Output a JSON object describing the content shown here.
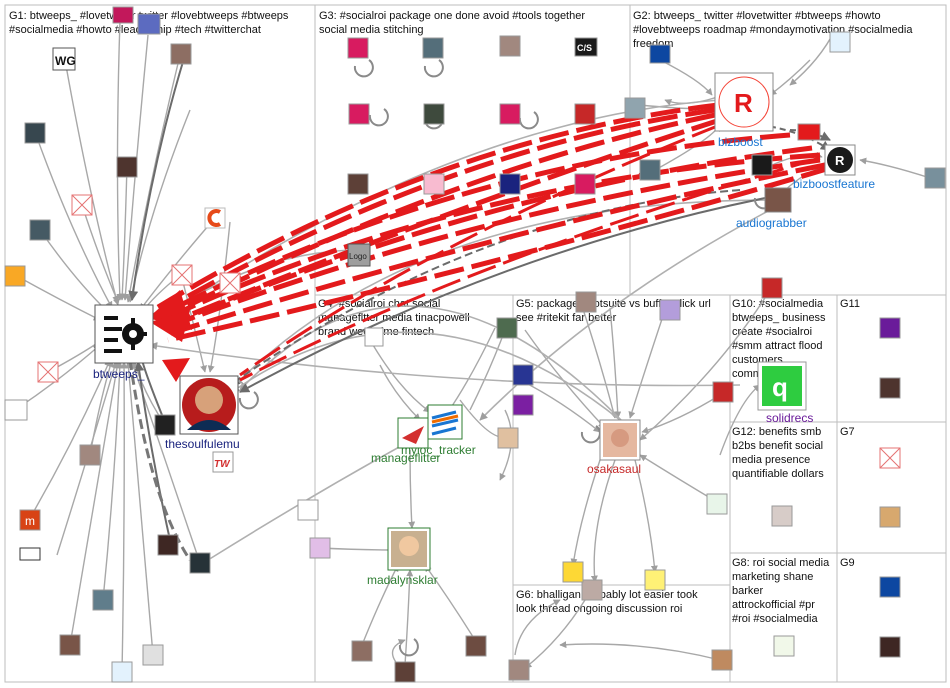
{
  "groups": [
    {
      "id": "G1",
      "lines": [
        "G1: btweeps_ #lovetwitter twitter #lovebtweeps #btweeps",
        "#socialmedia #howto #leadership #tech #twitterchat"
      ]
    },
    {
      "id": "G3",
      "lines": [
        "G3: #socialroi package one done avoid #tools together",
        "social media stitching"
      ]
    },
    {
      "id": "G2",
      "lines": [
        "G2: btweeps_ twitter #lovetwitter #btweeps #howto",
        "#lovebtweeps roadmap #mondaymotivation #socialmedia",
        "freedom"
      ]
    },
    {
      "id": "G4",
      "lines": [
        "G4: #socialroi chat social",
        "managefltter media tinacpowell",
        "brand week time fintech"
      ]
    },
    {
      "id": "G5",
      "lines": [
        "G5: package hootsuite vs buffer click url",
        "see #ritekit far better"
      ]
    },
    {
      "id": "G10",
      "lines": [
        "G10: #socialmedia",
        "btweeps_ business",
        "create #socialroi",
        "#smm attract flood",
        "customers",
        "commerce"
      ]
    },
    {
      "id": "G11",
      "lines": [
        "G11"
      ]
    },
    {
      "id": "G12",
      "lines": [
        "G12: benefits smb",
        "b2bs benefit social",
        "media presence",
        "quantifiable dollars"
      ]
    },
    {
      "id": "G7",
      "lines": [
        "G7"
      ]
    },
    {
      "id": "G8",
      "lines": [
        "G8: roi social media",
        "marketing shane",
        "barker",
        "attrockofficial #pr",
        "#roi #socialmedia"
      ]
    },
    {
      "id": "G9",
      "lines": [
        "G9"
      ]
    },
    {
      "id": "G6",
      "lines": [
        "G6: bhalligan probably lot easier took",
        "look thread ongoing discussion roi"
      ]
    }
  ],
  "hubs": [
    {
      "id": "btweeps",
      "name": "btweeps_",
      "color": "#1a237e"
    },
    {
      "id": "thesoulfulemu",
      "name": "thesoulfulemu",
      "color": "#1a237e"
    },
    {
      "id": "bizboost",
      "name": "bizboost",
      "color": "#1976d2"
    },
    {
      "id": "bizboostfeature",
      "name": "bizboostfeature",
      "color": "#1976d2"
    },
    {
      "id": "audiograbber",
      "name": "audiograbber",
      "color": "#1976d2"
    },
    {
      "id": "solidrecs",
      "name": "solidrecs",
      "color": "#6a1b9a"
    },
    {
      "id": "osakasaul",
      "name": "osakasaul",
      "color": "#c62828"
    },
    {
      "id": "myloc",
      "name": "myloc_tracker",
      "color": "#2e7d32"
    },
    {
      "id": "manageflitter",
      "name": "manageflitter",
      "color": "#2e7d32"
    },
    {
      "id": "madalynsklar",
      "name": "madalynsklar",
      "color": "#2e7d32"
    }
  ],
  "tiles": {
    "wg": "WG",
    "logo": "Logo",
    "tw": "TW",
    "m": "m",
    "cxs": "C/S"
  },
  "colors": {
    "edge_red": "#e31a1c",
    "edge_gray": "#9e9e9e",
    "edge_dark": "#6b6b6b",
    "box": "#bdbdbd"
  }
}
